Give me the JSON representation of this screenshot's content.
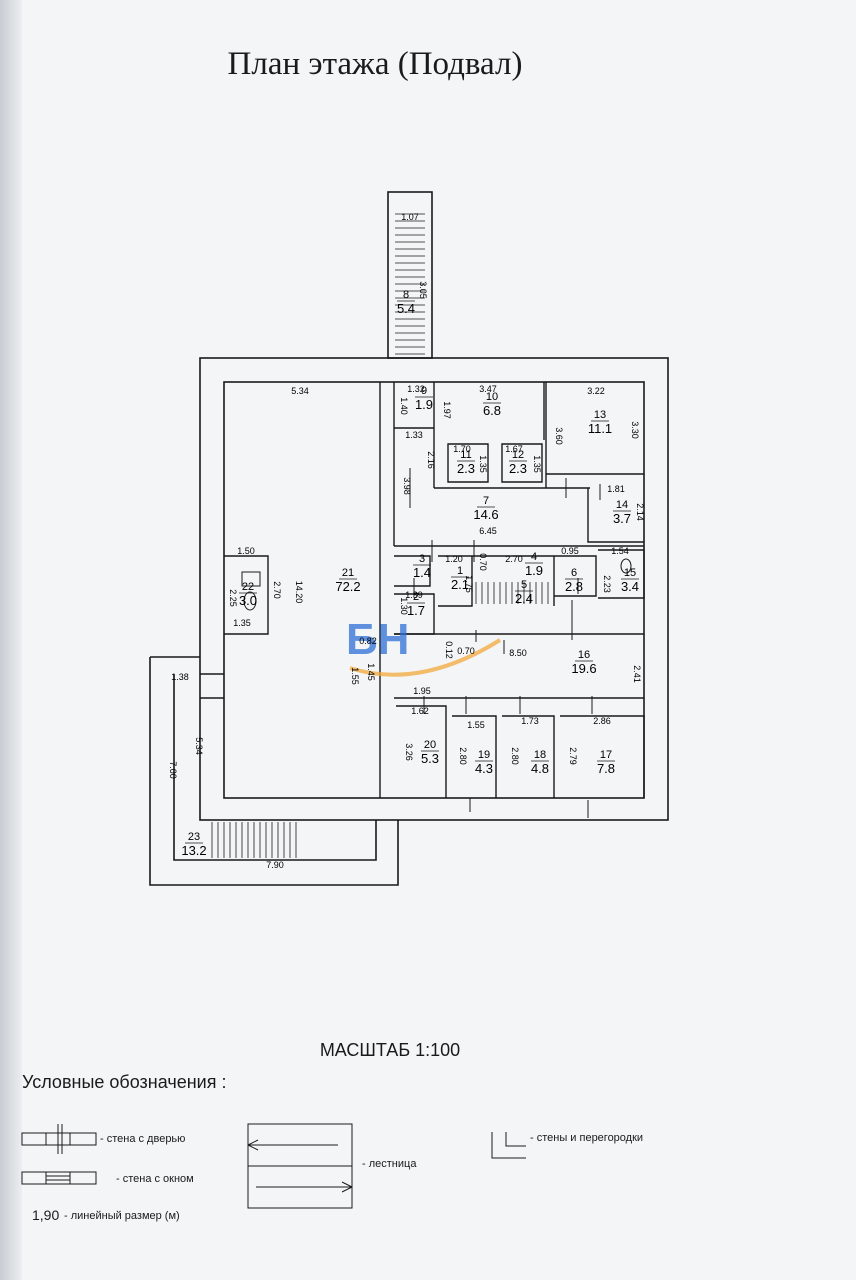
{
  "title": "План этажа (Подвал)",
  "scale": "МАСШТАБ 1:100",
  "legend": {
    "heading": "Условные обозначения :",
    "wall_door": "- стена с дверью",
    "wall_window": "- стена с окном",
    "stairs": "- лестница",
    "walls": "- стены и перегородки",
    "dim_example": "1,90",
    "dim_label": "- линейный размер (м)"
  },
  "watermark": "БН",
  "rooms": [
    {
      "no": "8",
      "area": "5.4"
    },
    {
      "no": "9",
      "area": "1.9"
    },
    {
      "no": "10",
      "area": "6.8"
    },
    {
      "no": "11",
      "area": "2.3"
    },
    {
      "no": "12",
      "area": "2.3"
    },
    {
      "no": "13",
      "area": "11.1"
    },
    {
      "no": "14",
      "area": "3.7"
    },
    {
      "no": "7",
      "area": "14.6"
    },
    {
      "no": "21",
      "area": "72.2"
    },
    {
      "no": "22",
      "area": "3.0"
    },
    {
      "no": "3",
      "area": "1.4"
    },
    {
      "no": "1",
      "area": "2.1"
    },
    {
      "no": "4",
      "area": "1.9"
    },
    {
      "no": "5",
      "area": "2.4"
    },
    {
      "no": "6",
      "area": "2.8"
    },
    {
      "no": "15",
      "area": "3.4"
    },
    {
      "no": "2",
      "area": "1.7"
    },
    {
      "no": "16",
      "area": "19.6"
    },
    {
      "no": "20",
      "area": "5.3"
    },
    {
      "no": "19",
      "area": "4.3"
    },
    {
      "no": "18",
      "area": "4.8"
    },
    {
      "no": "17",
      "area": "7.8"
    },
    {
      "no": "23",
      "area": "13.2"
    }
  ],
  "dimensions": [
    "1.07",
    "3.05",
    "5.34",
    "1.32",
    "3.47",
    "3.22",
    "1.40",
    "1.97",
    "3.60",
    "3.30",
    "1.33",
    "1.70",
    "1.35",
    "1.67",
    "1.35",
    "2.16",
    "3.98",
    "1.81",
    "2.14",
    "6.45",
    "1.50",
    "14.20",
    "2.70",
    "2.25",
    "1.35",
    "1.20",
    "0.70",
    "2.70",
    "0.95",
    "1.54",
    "1.75",
    "2.23",
    "1.39",
    "1.30",
    "0.82",
    "0.12",
    "0.70",
    "8.50",
    "2.41",
    "1.55",
    "1.45",
    "1.38",
    "5.34",
    "7.00",
    "1.95",
    "1.62",
    "1.55",
    "1.73",
    "2.86",
    "3.26",
    "2.80",
    "2.80",
    "2.79",
    "7.90"
  ]
}
